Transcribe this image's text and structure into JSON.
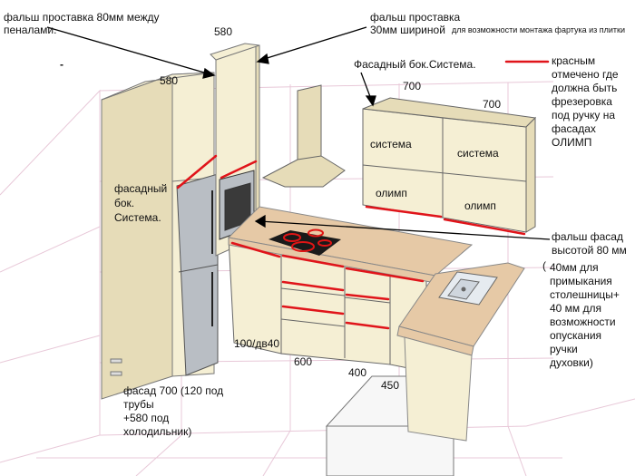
{
  "colors": {
    "facade": "#f5efd4",
    "facade_dark": "#e6dcb8",
    "marker": "#e0141a",
    "grid": "#e8c8d8",
    "steel": "#b9bec4",
    "countertop": "#e6c9a6",
    "hob": "#1a1a1a",
    "burner": "#e01515",
    "floor_block": "#f7f7f7"
  },
  "labels": {
    "filler_80_between": "фальш проставка 80мм между\nпеналами.",
    "filler_30_width": "фальш проставка\n30мм шириной",
    "tile_apron_note": "для возможности монтажа фартука из плитки",
    "dim_580_top": "580",
    "dim_580_side": "580",
    "minus_mark": "-",
    "facade_side_system_top": "Фасадный бок.Система.",
    "dim_700_a": "700",
    "dim_700_b": "700",
    "legend_text": "красным\nотмечено где\nдолжна быть\nфрезеровка\nпод ручку на\nфасадах\nОЛИМП",
    "upper_left_system": "система",
    "upper_right_system": "система",
    "upper_left_olimp": "олимп",
    "upper_right_olimp": "олимп",
    "facade_side_system_left": "фасадный\nбок.\nСистема.",
    "false_facade_80": "фальш фасад\nвысотой 80 мм",
    "paren_open": "(",
    "false_facade_note": "40мм для\nпримыкания\nстолешницы+\n40 мм для\nвозможности\nопускания\nручки\nдуховки)",
    "dim_100_dv40": "100/дв40",
    "dim_600": "600",
    "dim_400": "400",
    "dim_450": "450",
    "facade_700_note": "фасад 700 (120 под\nтрубы\n+580 под\nхолодильник)"
  }
}
